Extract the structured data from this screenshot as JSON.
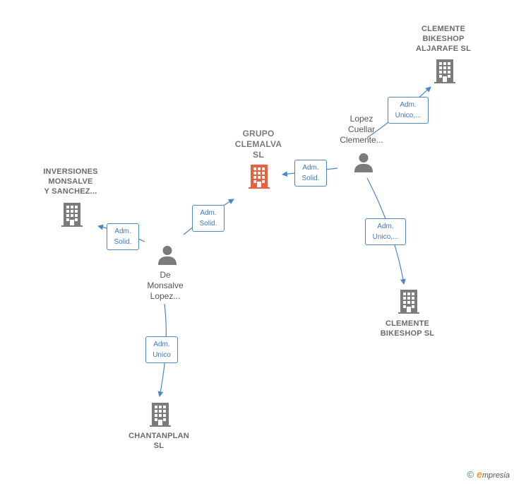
{
  "nodes": {
    "grupo": "GRUPO\nCLEMALVA\nSL",
    "inversiones": "INVERSIONES\nMONSALVE\nY SANCHEZ...",
    "aljarafe": "CLEMENTE\nBIKESHOP\nALJARAFE SL",
    "bikeshop": "CLEMENTE\nBIKESHOP SL",
    "chantanplan": "CHANTANPLAN\nSL"
  },
  "persons": {
    "lopez": "Lopez\nCuellar\nClemente...",
    "monsalve": "De\nMonsalve\nLopez..."
  },
  "edges": {
    "lopez_grupo": "Adm.\nSolid.",
    "lopez_aljarafe": "Adm.\nUnico,...",
    "lopez_bikeshop": "Adm.\nUnico,...",
    "monsalve_grupo": "Adm.\nSolid.",
    "monsalve_inversiones": "Adm.\nSolid.",
    "monsalve_chantanplan": "Adm.\nUnico"
  },
  "colors": {
    "main_company": "#e8603c",
    "company": "#7b7b7b",
    "person": "#7b7b7b",
    "edge": "#4a86c8"
  },
  "footer": {
    "copyright": "©",
    "brand_e": "e",
    "brand_rest": "mpresia"
  }
}
